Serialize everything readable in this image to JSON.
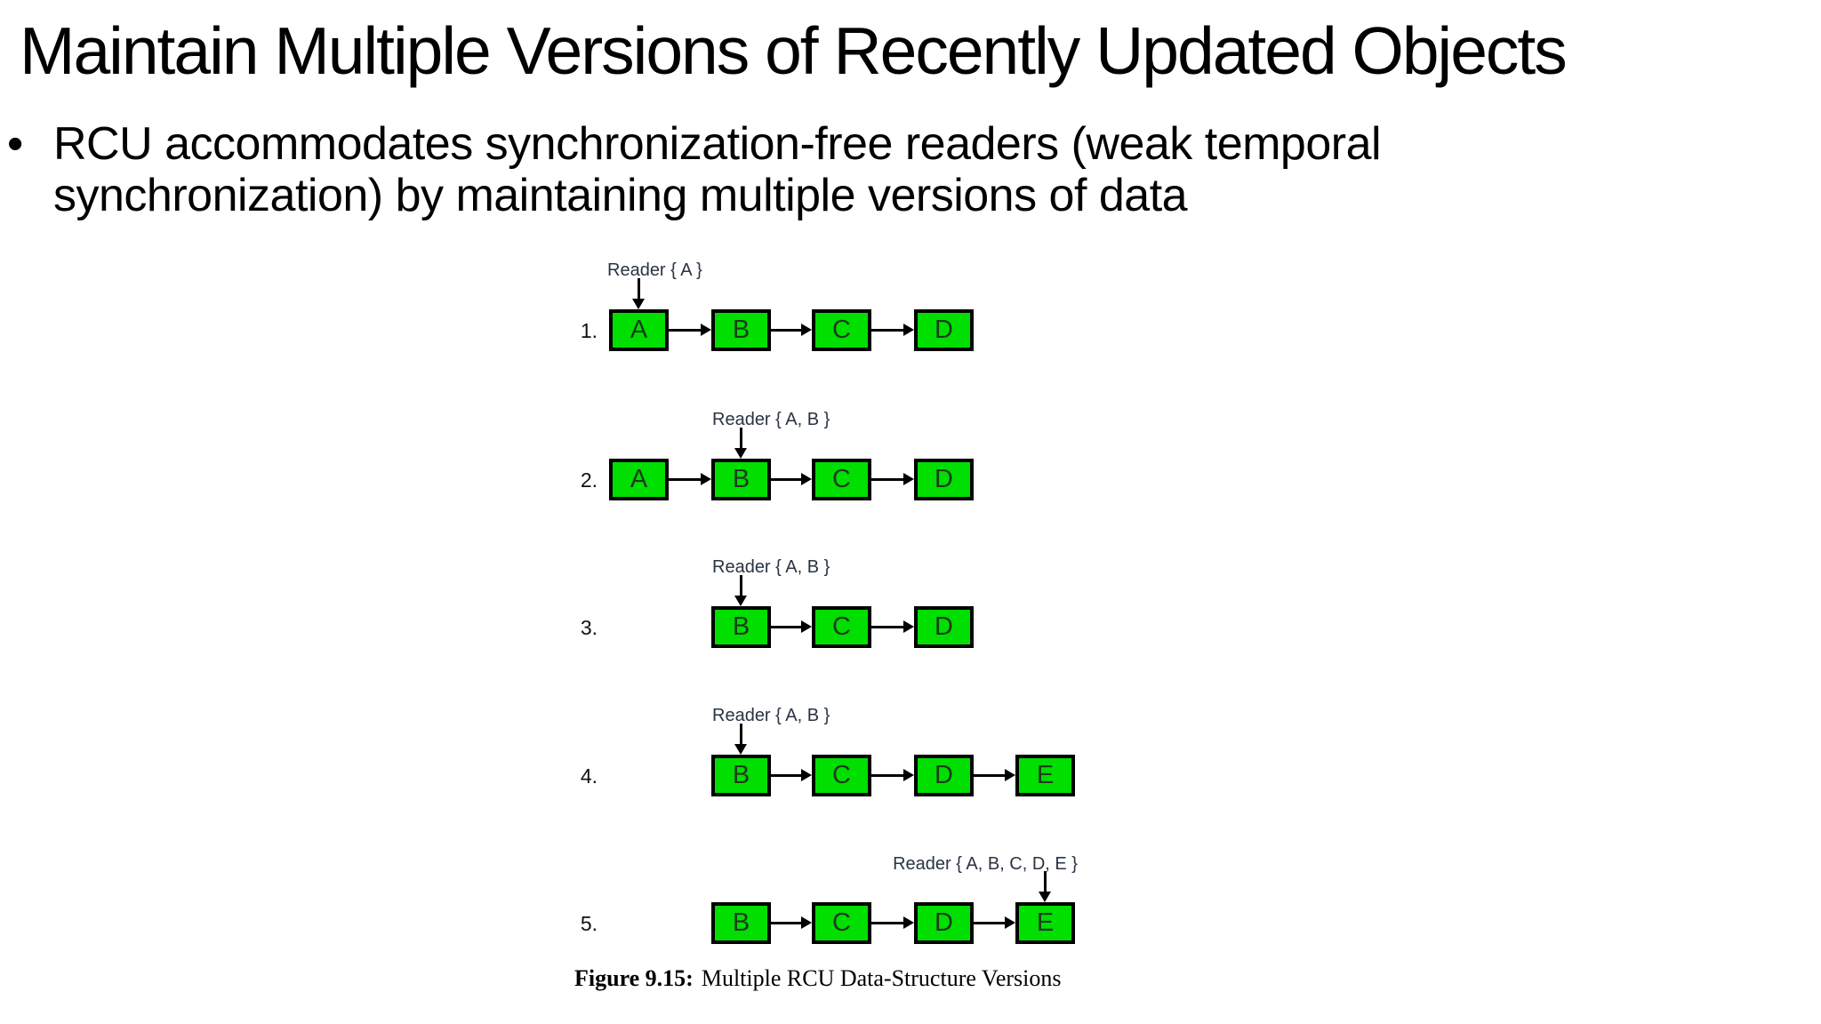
{
  "slide": {
    "title": "Maintain Multiple Versions of Recently Updated Objects",
    "bullet": {
      "marker": "•",
      "lines": [
        "RCU accommodates synchronization-free readers (weak temporal",
        "synchronization) by maintaining multiple versions of data"
      ]
    }
  },
  "figure": {
    "type": "linked-list-diagram",
    "caption": {
      "label": "Figure 9.15:",
      "text": "Multiple RCU Data-Structure Versions"
    },
    "rows": [
      {
        "number": "1.",
        "reader": "Reader { A }",
        "reader_points_to": "A",
        "nodes": [
          "A",
          "B",
          "C",
          "D"
        ]
      },
      {
        "number": "2.",
        "reader": "Reader { A, B }",
        "reader_points_to": "B",
        "nodes": [
          "A",
          "B",
          "C",
          "D"
        ]
      },
      {
        "number": "3.",
        "reader": "Reader { A, B }",
        "reader_points_to": "B",
        "nodes": [
          "B",
          "C",
          "D"
        ]
      },
      {
        "number": "4.",
        "reader": "Reader { A, B }",
        "reader_points_to": "B",
        "nodes": [
          "B",
          "C",
          "D",
          "E"
        ]
      },
      {
        "number": "5.",
        "reader": "Reader { A, B, C, D, E }",
        "reader_points_to": "E",
        "nodes": [
          "B",
          "C",
          "D",
          "E"
        ]
      }
    ],
    "colors": {
      "node_fill": "#00DF00",
      "node_border": "#000000",
      "node_text": "#1d3a1d",
      "reader_text": "#2a3442",
      "background": "#FFFFFF"
    }
  }
}
